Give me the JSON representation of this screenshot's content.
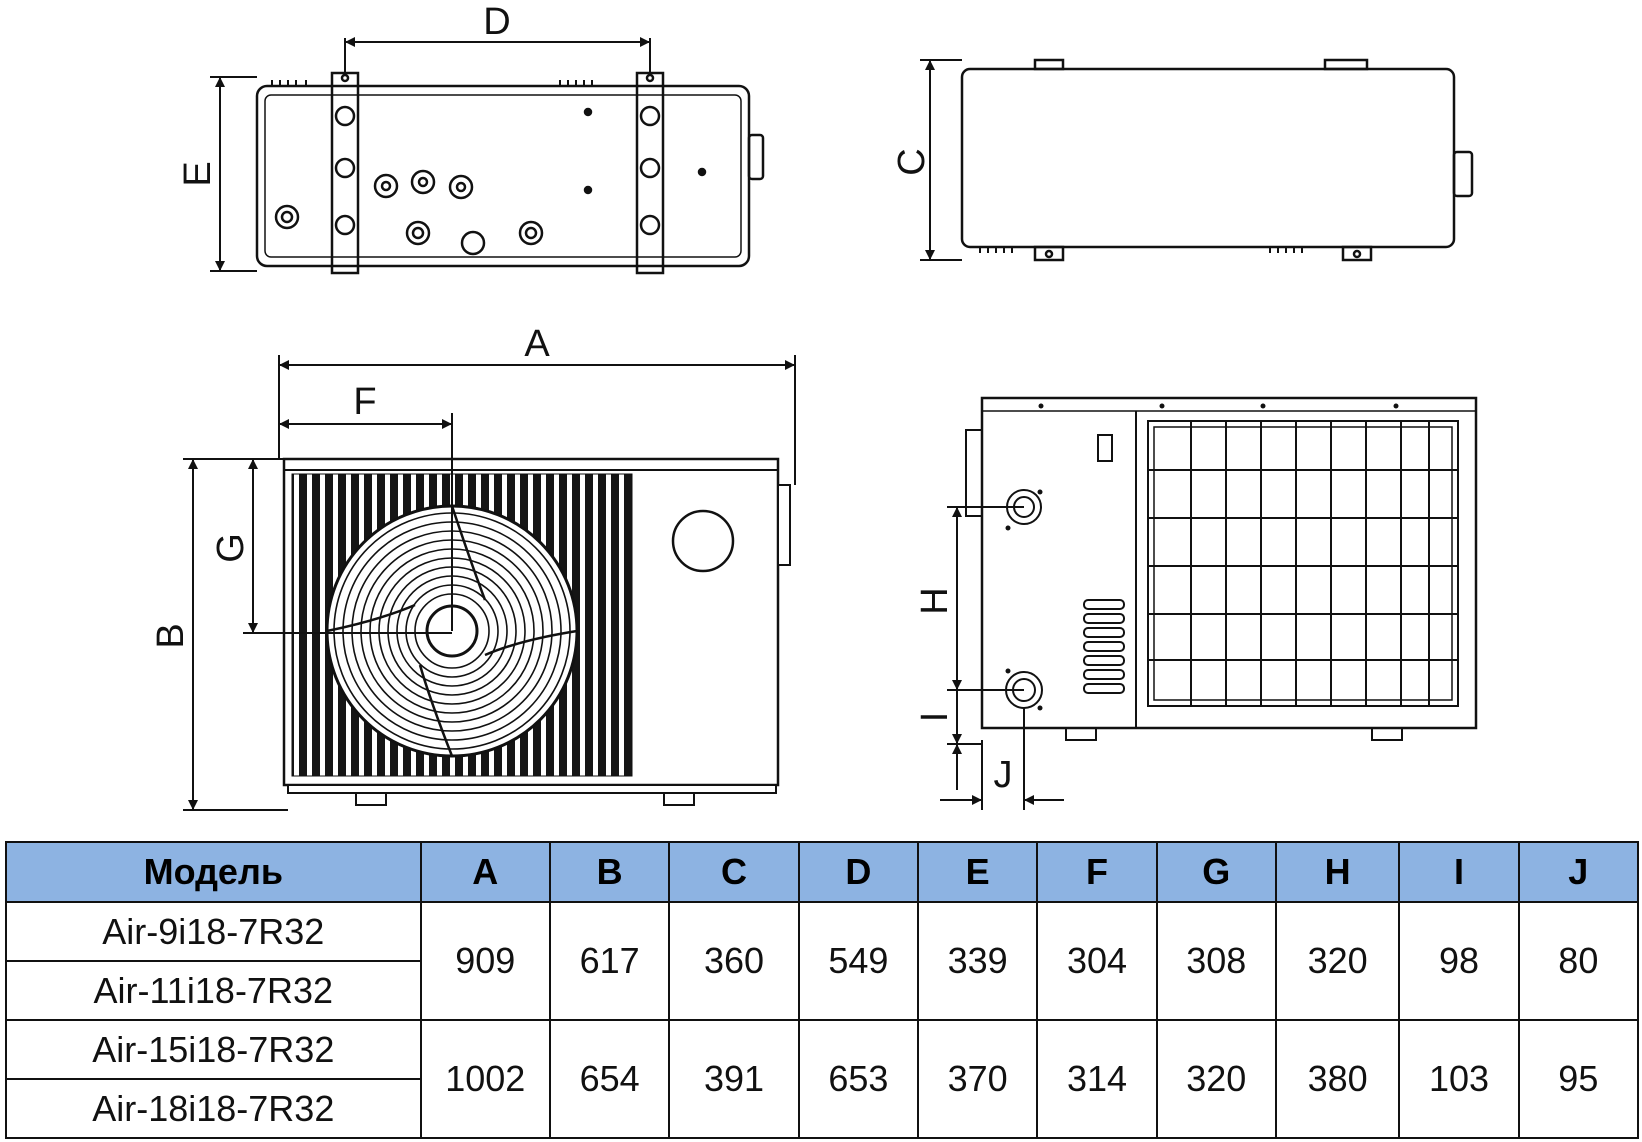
{
  "dimension_labels": {
    "A": "A",
    "B": "B",
    "C": "C",
    "D": "D",
    "E": "E",
    "F": "F",
    "G": "G",
    "H": "H",
    "I": "I",
    "J": "J"
  },
  "table": {
    "headers": [
      "Модель",
      "A",
      "B",
      "C",
      "D",
      "E",
      "F",
      "G",
      "H",
      "I",
      "J"
    ],
    "groups": [
      {
        "models": [
          "Air-9i18-7R32",
          "Air-11i18-7R32"
        ],
        "values": [
          "909",
          "617",
          "360",
          "549",
          "339",
          "304",
          "308",
          "320",
          "98",
          "80"
        ]
      },
      {
        "models": [
          "Air-15i18-7R32",
          "Air-18i18-7R32"
        ],
        "values": [
          "1002",
          "654",
          "391",
          "653",
          "370",
          "314",
          "320",
          "380",
          "103",
          "95"
        ]
      }
    ]
  }
}
